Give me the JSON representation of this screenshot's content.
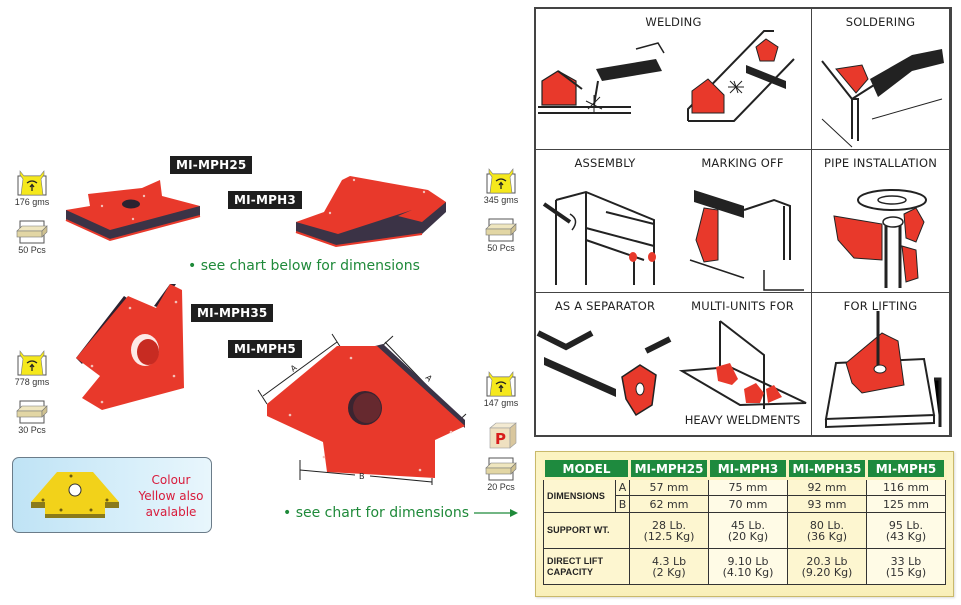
{
  "products": [
    {
      "model": "MI-MPH25",
      "weight": "176 gms",
      "pack": "50 Pcs"
    },
    {
      "model": "MI-MPH3",
      "weight": "345 gms",
      "pack": "50 Pcs"
    },
    {
      "model": "MI-MPH35",
      "weight": "778 gms",
      "pack": "30 Pcs"
    },
    {
      "model": "MI-MPH5",
      "weight": "147 gms",
      "pack": "20 Pcs",
      "badge": "P"
    }
  ],
  "notes": {
    "chart_below": "• see chart below for dimensions",
    "chart_right": "• see chart for dimensions"
  },
  "dimension_labels": {
    "a": "A",
    "b": "B"
  },
  "yellow_option": {
    "line1": "Colour",
    "line2": "Yellow also",
    "line3": "avalable"
  },
  "applications": [
    {
      "title": "WELDING"
    },
    {
      "title": "SOLDERING"
    },
    {
      "title": "ASSEMBLY"
    },
    {
      "title": "MARKING OFF"
    },
    {
      "title": "PIPE INSTALLATION"
    },
    {
      "title": "AS A SEPARATOR"
    },
    {
      "title": "MULTI-UNITS FOR",
      "subtitle": "HEAVY WELDMENTS"
    },
    {
      "title": "FOR LIFTING"
    }
  ],
  "table": {
    "headers": [
      "MODEL",
      "MI-MPH25",
      "MI-MPH3",
      "MI-MPH35",
      "MI-MPH5"
    ],
    "dimensions_label": "DIMENSIONS",
    "dim_a_label": "A",
    "dim_b_label": "B",
    "dim_a": [
      "57 mm",
      "75 mm",
      "92 mm",
      "116 mm"
    ],
    "dim_b": [
      "62 mm",
      "70 mm",
      "93 mm",
      "125 mm"
    ],
    "support_label": "SUPPORT WT.",
    "support": [
      {
        "lb": "28 Lb.",
        "kg": "(12.5 Kg)"
      },
      {
        "lb": "45 Lb.",
        "kg": "(20 Kg)"
      },
      {
        "lb": "80 Lb.",
        "kg": "(36 Kg)"
      },
      {
        "lb": "95 Lb.",
        "kg": "(43 Kg)"
      }
    ],
    "lift_label_1": "DIRECT LIFT",
    "lift_label_2": "CAPACITY",
    "lift": [
      {
        "lb": "4.3 Lb",
        "kg": "(2 Kg)"
      },
      {
        "lb": "9.10 Lb",
        "kg": "(4.10 Kg)"
      },
      {
        "lb": "20.3 Lb",
        "kg": "(9.20 Kg)"
      },
      {
        "lb": "33 Lb",
        "kg": "(15 Kg)"
      }
    ]
  },
  "colors": {
    "magnet_red": "#e8392b",
    "magnet_dark": "#3b3346",
    "table_green": "#1e8a3e",
    "note_green": "#1f8a3a",
    "yellow_text": "#d81b3b"
  }
}
